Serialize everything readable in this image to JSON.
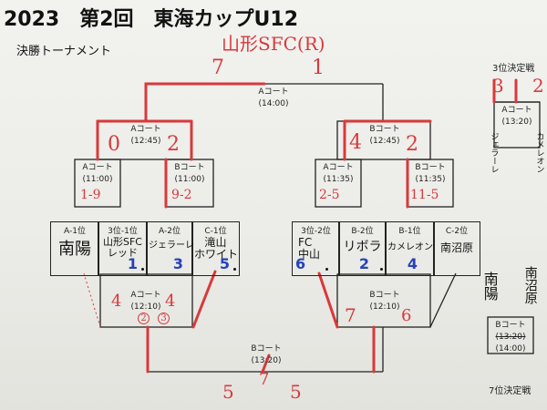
{
  "title": "2023　第2回　東海カップU12",
  "subtitle": "決勝トーナメント",
  "winner": "山形SFC(R)",
  "colors": {
    "red": "#d8393b",
    "blue": "#2642b8",
    "ink": "#222222"
  },
  "final": {
    "court": "Aコート",
    "time": "(14:00)",
    "score_left": "7",
    "score_right": "1"
  },
  "semis": [
    {
      "court": "Aコート",
      "time": "(12:45)",
      "score_left": "0",
      "score_right": "2"
    },
    {
      "court": "Bコート",
      "time": "(12:45)",
      "score_left": "4",
      "score_right": "2"
    }
  ],
  "quarters": [
    {
      "court": "Aコート",
      "time": "(11:00)",
      "score": "1-9"
    },
    {
      "court": "Bコート",
      "time": "(11:00)",
      "score": "9-2"
    },
    {
      "court": "Aコート",
      "time": "(11:35)",
      "score": "2-5"
    },
    {
      "court": "Bコート",
      "time": "(11:35)",
      "score": "11-5"
    }
  ],
  "teams": [
    {
      "seed": "A-1位",
      "name": "南陽",
      "num": ""
    },
    {
      "seed": "3位-1位",
      "name": "山形SFC\nレッド",
      "num": "1"
    },
    {
      "seed": "A-2位",
      "name": "ジェラーレ",
      "num": "3"
    },
    {
      "seed": "C-1位",
      "name": "滝山\nホワイト",
      "num": "5"
    },
    {
      "seed": "3位-2位",
      "name": "FC\n中山",
      "num": "6"
    },
    {
      "seed": "B-2位",
      "name": "リボラ",
      "num": "2"
    },
    {
      "seed": "B-1位",
      "name": "カメレオン",
      "num": "4"
    },
    {
      "seed": "C-2位",
      "name": "南沼原",
      "num": ""
    }
  ],
  "first_round": [
    {
      "court": "Aコート",
      "time": "(12:10)",
      "score_left": "4",
      "score_right": "4",
      "pk_left": "2",
      "pk_right": "3"
    },
    {
      "court": "Bコート",
      "time": "(12:10)",
      "score_left": "7",
      "score_right": "6"
    }
  ],
  "fifth_place": {
    "court": "Bコート",
    "time": "(13:20)",
    "score_left": "5",
    "score_right": "5",
    "mid": "7"
  },
  "third_place": {
    "label": "3位決定戦",
    "court": "Aコート",
    "time": "(13:20)",
    "score_left": "3",
    "score_right": "2",
    "team_left": "ジェラーレ",
    "team_right": "カメレオン"
  },
  "seventh_place": {
    "label": "7位決定戦",
    "court": "Bコート",
    "time_old": "(13:20)",
    "time_new": "(14:00)",
    "team_left": "南陽",
    "team_right": "南沼原"
  }
}
